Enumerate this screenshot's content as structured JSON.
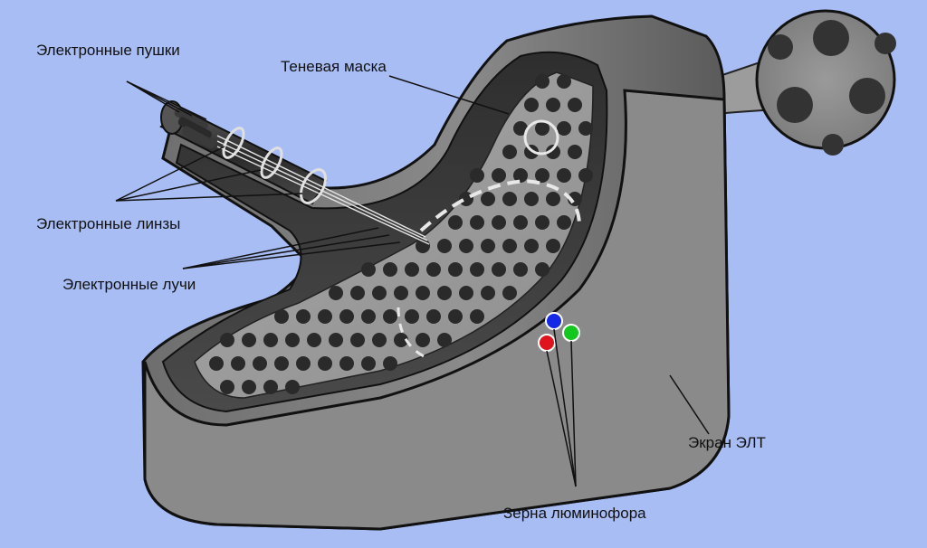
{
  "labels": {
    "electron_guns": "Электронные пушки",
    "shadow_mask": "Теневая маска",
    "electron_lenses": "Электронные линзы",
    "electron_beams": "Электронные лучи",
    "crt_screen": "Экран ЭЛТ",
    "phosphor_grains": "Зерна люминофора"
  },
  "colors": {
    "background": "#a9bdf5",
    "phosphor_red": "#e0141e",
    "phosphor_green": "#12c81e",
    "phosphor_blue": "#1428e6"
  }
}
